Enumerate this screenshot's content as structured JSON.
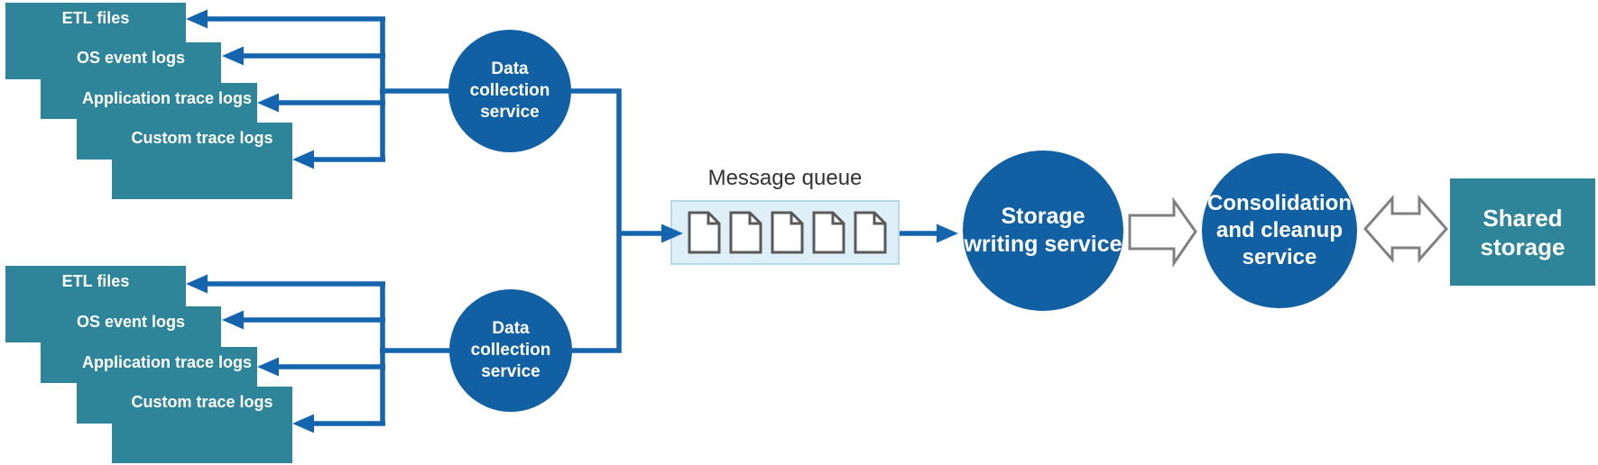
{
  "sources": {
    "top": [
      "ETL files",
      "OS event logs",
      "Application trace logs",
      "Custom trace logs"
    ],
    "bottom": [
      "ETL files",
      "OS event logs",
      "Application trace logs",
      "Custom trace logs"
    ]
  },
  "nodes": {
    "collector_top": {
      "lines": [
        "Data",
        "collection",
        "service"
      ]
    },
    "collector_bottom": {
      "lines": [
        "Data",
        "collection",
        "service"
      ]
    },
    "storage_writer": {
      "lines": [
        "Storage",
        "writing service"
      ]
    },
    "consolidation": {
      "lines": [
        "Consolidation",
        "and cleanup",
        "service"
      ]
    },
    "shared_storage": {
      "lines": [
        "Shared",
        "storage"
      ]
    }
  },
  "queue": {
    "label": "Message queue",
    "message_count": 5
  },
  "colors": {
    "source_box_teal": "#2E8499",
    "service_circle_blue": "#1160A4",
    "arrow_blue": "#1565AE",
    "hollow_arrow_gray": "#808080",
    "queue_fill": "#DEEFF7",
    "queue_border": "#B5D9EA",
    "document_outline": "#595959",
    "node_text": "#FFFFFF",
    "queue_title_text": "#333333"
  }
}
